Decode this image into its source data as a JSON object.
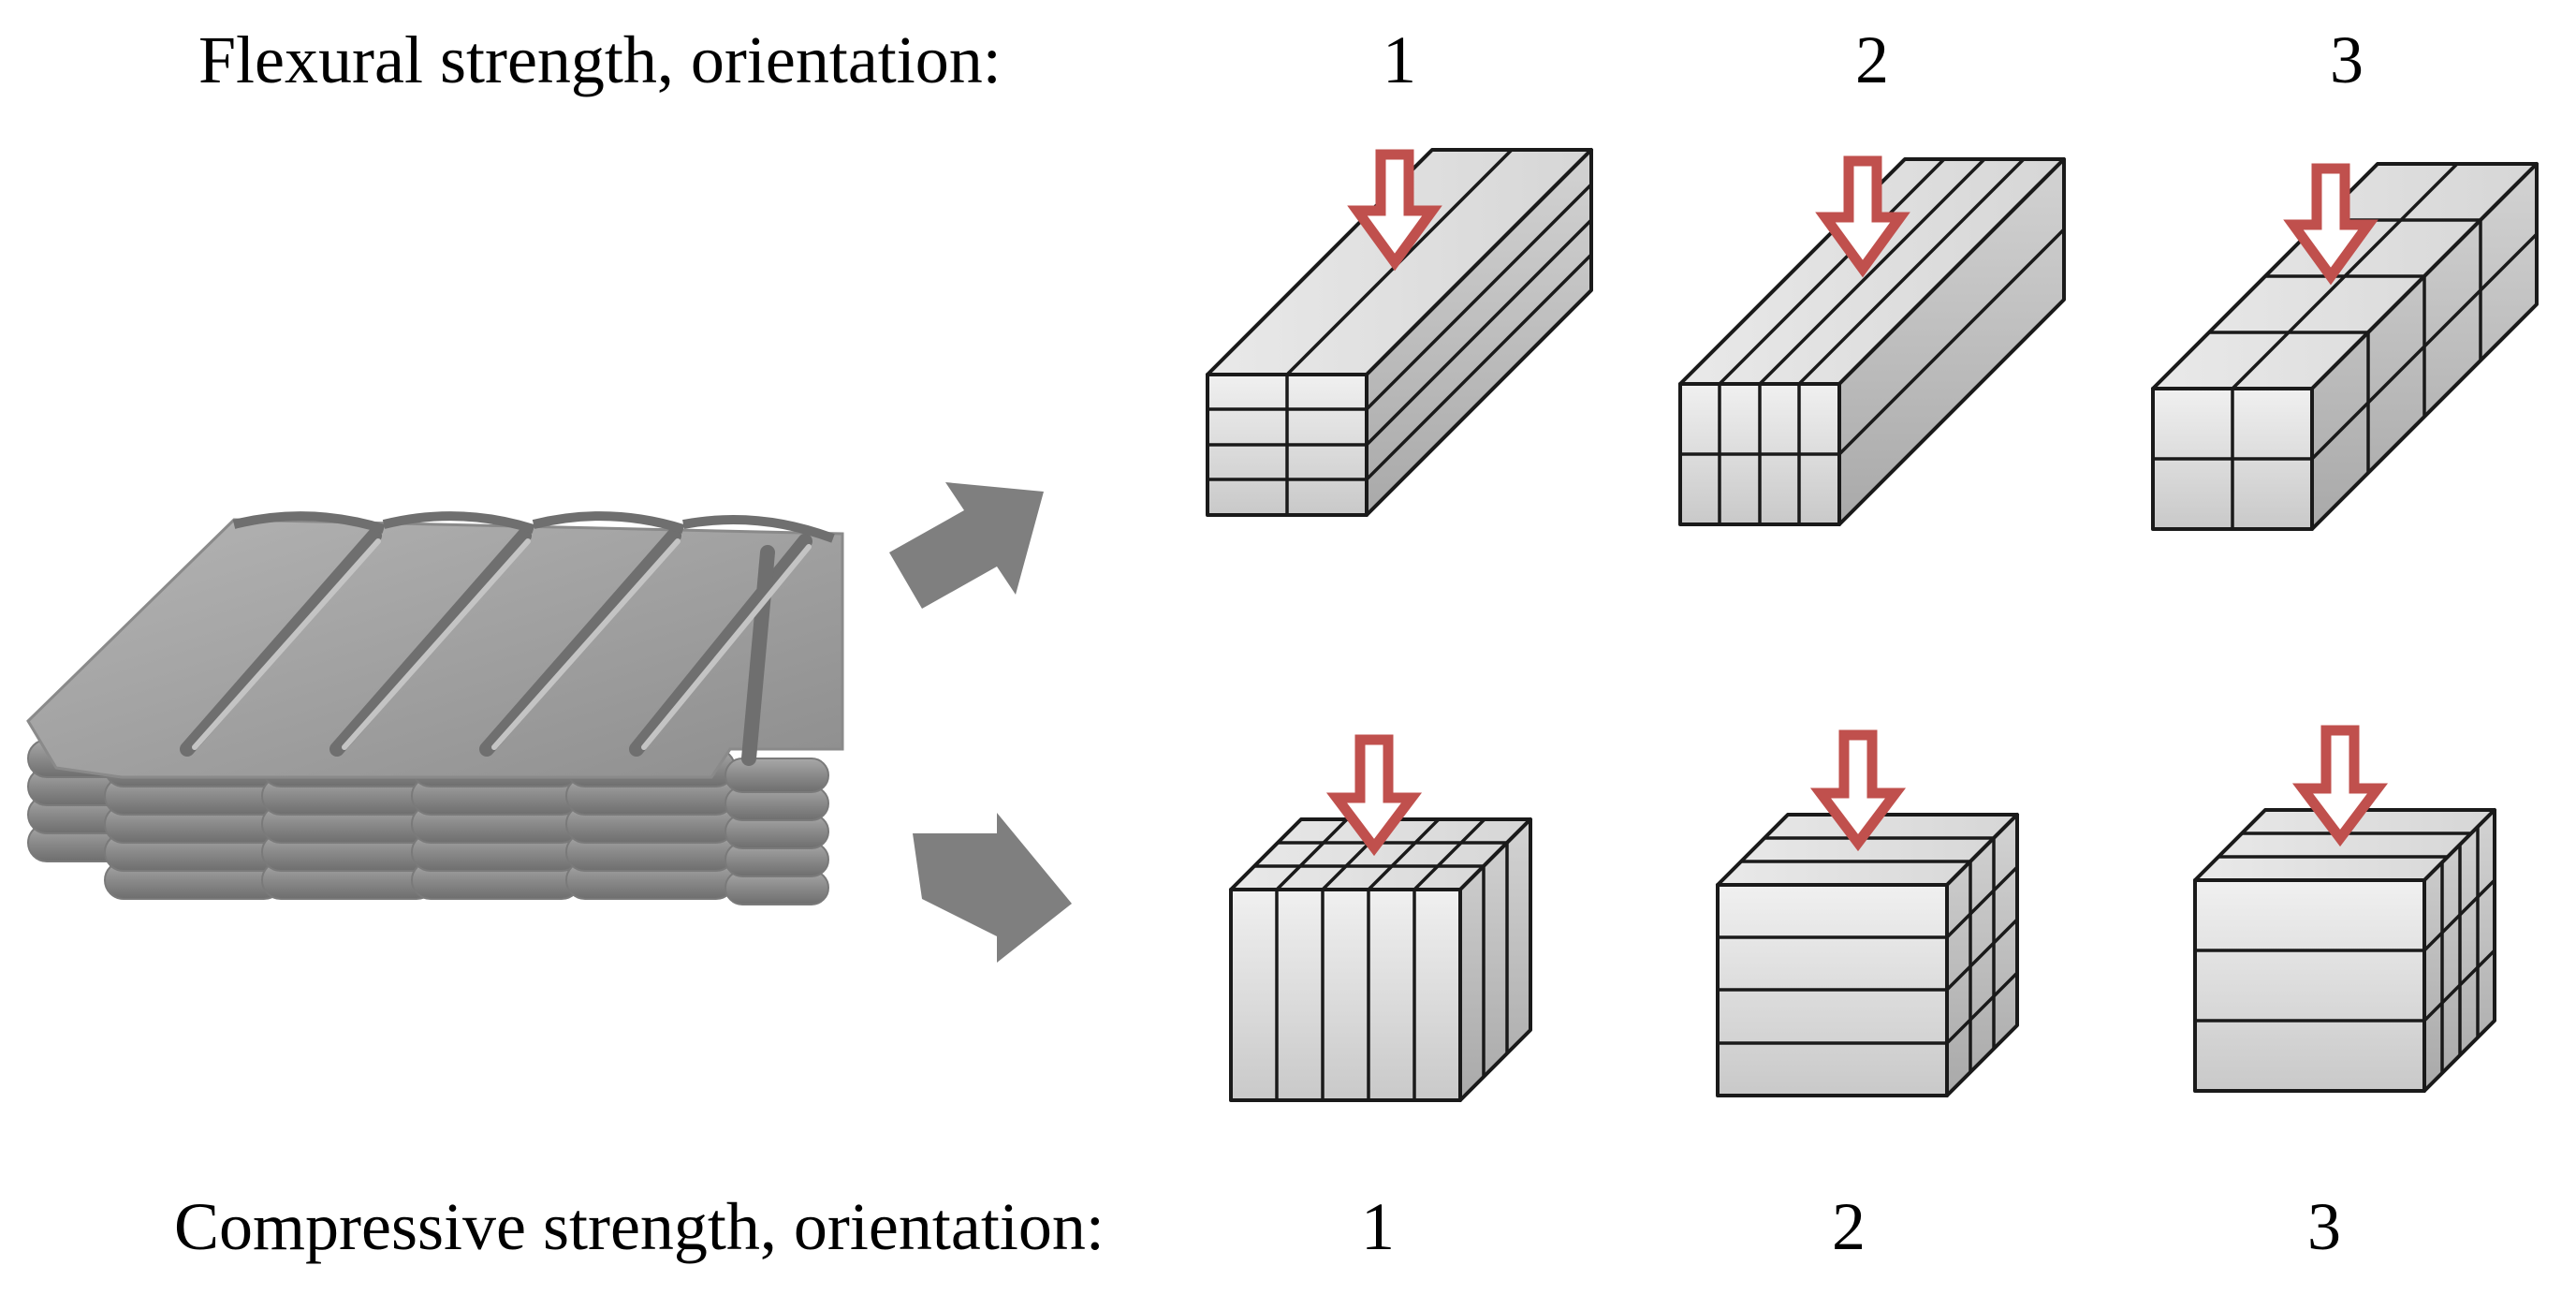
{
  "flexural": {
    "label": "Flexural strength, orientation:",
    "orientations": [
      "1",
      "2",
      "3"
    ]
  },
  "compressive": {
    "label": "Compressive strength, orientation:",
    "orientations": [
      "1",
      "2",
      "3"
    ]
  },
  "colors": {
    "load_arrow": "#c0504d",
    "flow_arrow": "#7f7f7f",
    "specimen_stroke": "#1a1a1a",
    "printed_part": "#9a9a9a"
  },
  "icons": [
    "load-arrow-icon",
    "flow-arrow-icon"
  ]
}
